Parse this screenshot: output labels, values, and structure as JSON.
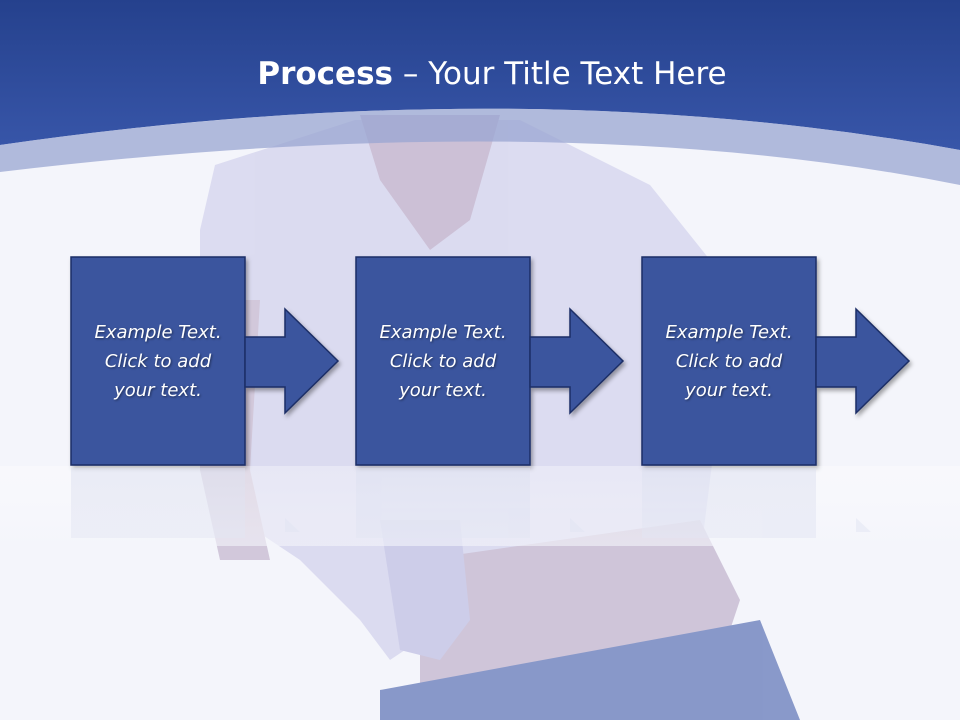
{
  "title": {
    "bold": "Process",
    "rest": " – Your Title Text Here"
  },
  "steps": [
    {
      "text": "Example Text.\nClick  to add\nyour text."
    },
    {
      "text": "Example Text.\nClick  to add\nyour text."
    },
    {
      "text": "Example Text.\nClick  to add\nyour text."
    }
  ],
  "colors": {
    "header": "#2f4e9f",
    "box": "#3a559e",
    "box_border": "#1d2f66",
    "background": "#f4f5fb"
  }
}
